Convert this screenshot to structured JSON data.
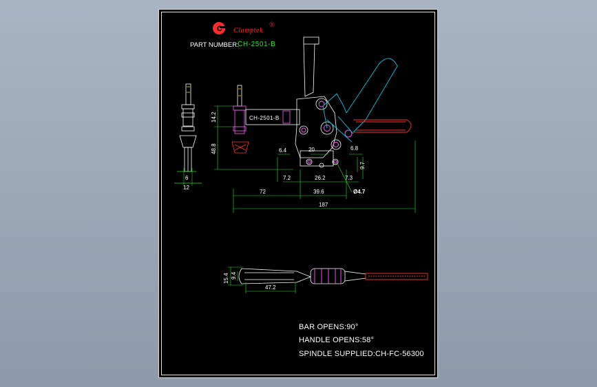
{
  "brand": {
    "logo_letter": "C",
    "name": "Clamptek",
    "registered_mark": "®",
    "color": "#ff2a2a"
  },
  "part_number": {
    "label": "PART NUMBER:",
    "value": "CH-2501-B",
    "value_color": "#29e62f"
  },
  "model_tag": "CH-2501-B",
  "dimensions": {
    "spindle_height": "14.2",
    "body_height": "48.8",
    "spindle_width": "6",
    "base_width": "12",
    "hole_offset_a": "6.4",
    "hole_pitch_top": "20",
    "hole_offset_b": "6.8",
    "hole_offset_c": "7.2",
    "hole_pitch_bottom": "26.2",
    "hole_offset_d": "7.3",
    "hole_height": "9.7",
    "reach": "72",
    "mount_to_pivot": "39.6",
    "hole_diameter": "Ø4.7",
    "overall_length": "187",
    "bar_width": "15.4",
    "slot_width": "9.4",
    "slot_length": "47.2"
  },
  "notes": {
    "bar_opens": "BAR OPENS:90°",
    "handle_opens": "HANDLE OPENS:58°",
    "spindle_supplied": "SPINDLE SUPPLIED:CH-FC-56300"
  },
  "colors": {
    "background": "#000000",
    "outline": "#ffffff",
    "handle": "#00c8e0",
    "bolt": "#ff60ff",
    "grip": "#ff3030",
    "dimension_text": "#ffffff",
    "accent_yellow": "#ffd400"
  }
}
